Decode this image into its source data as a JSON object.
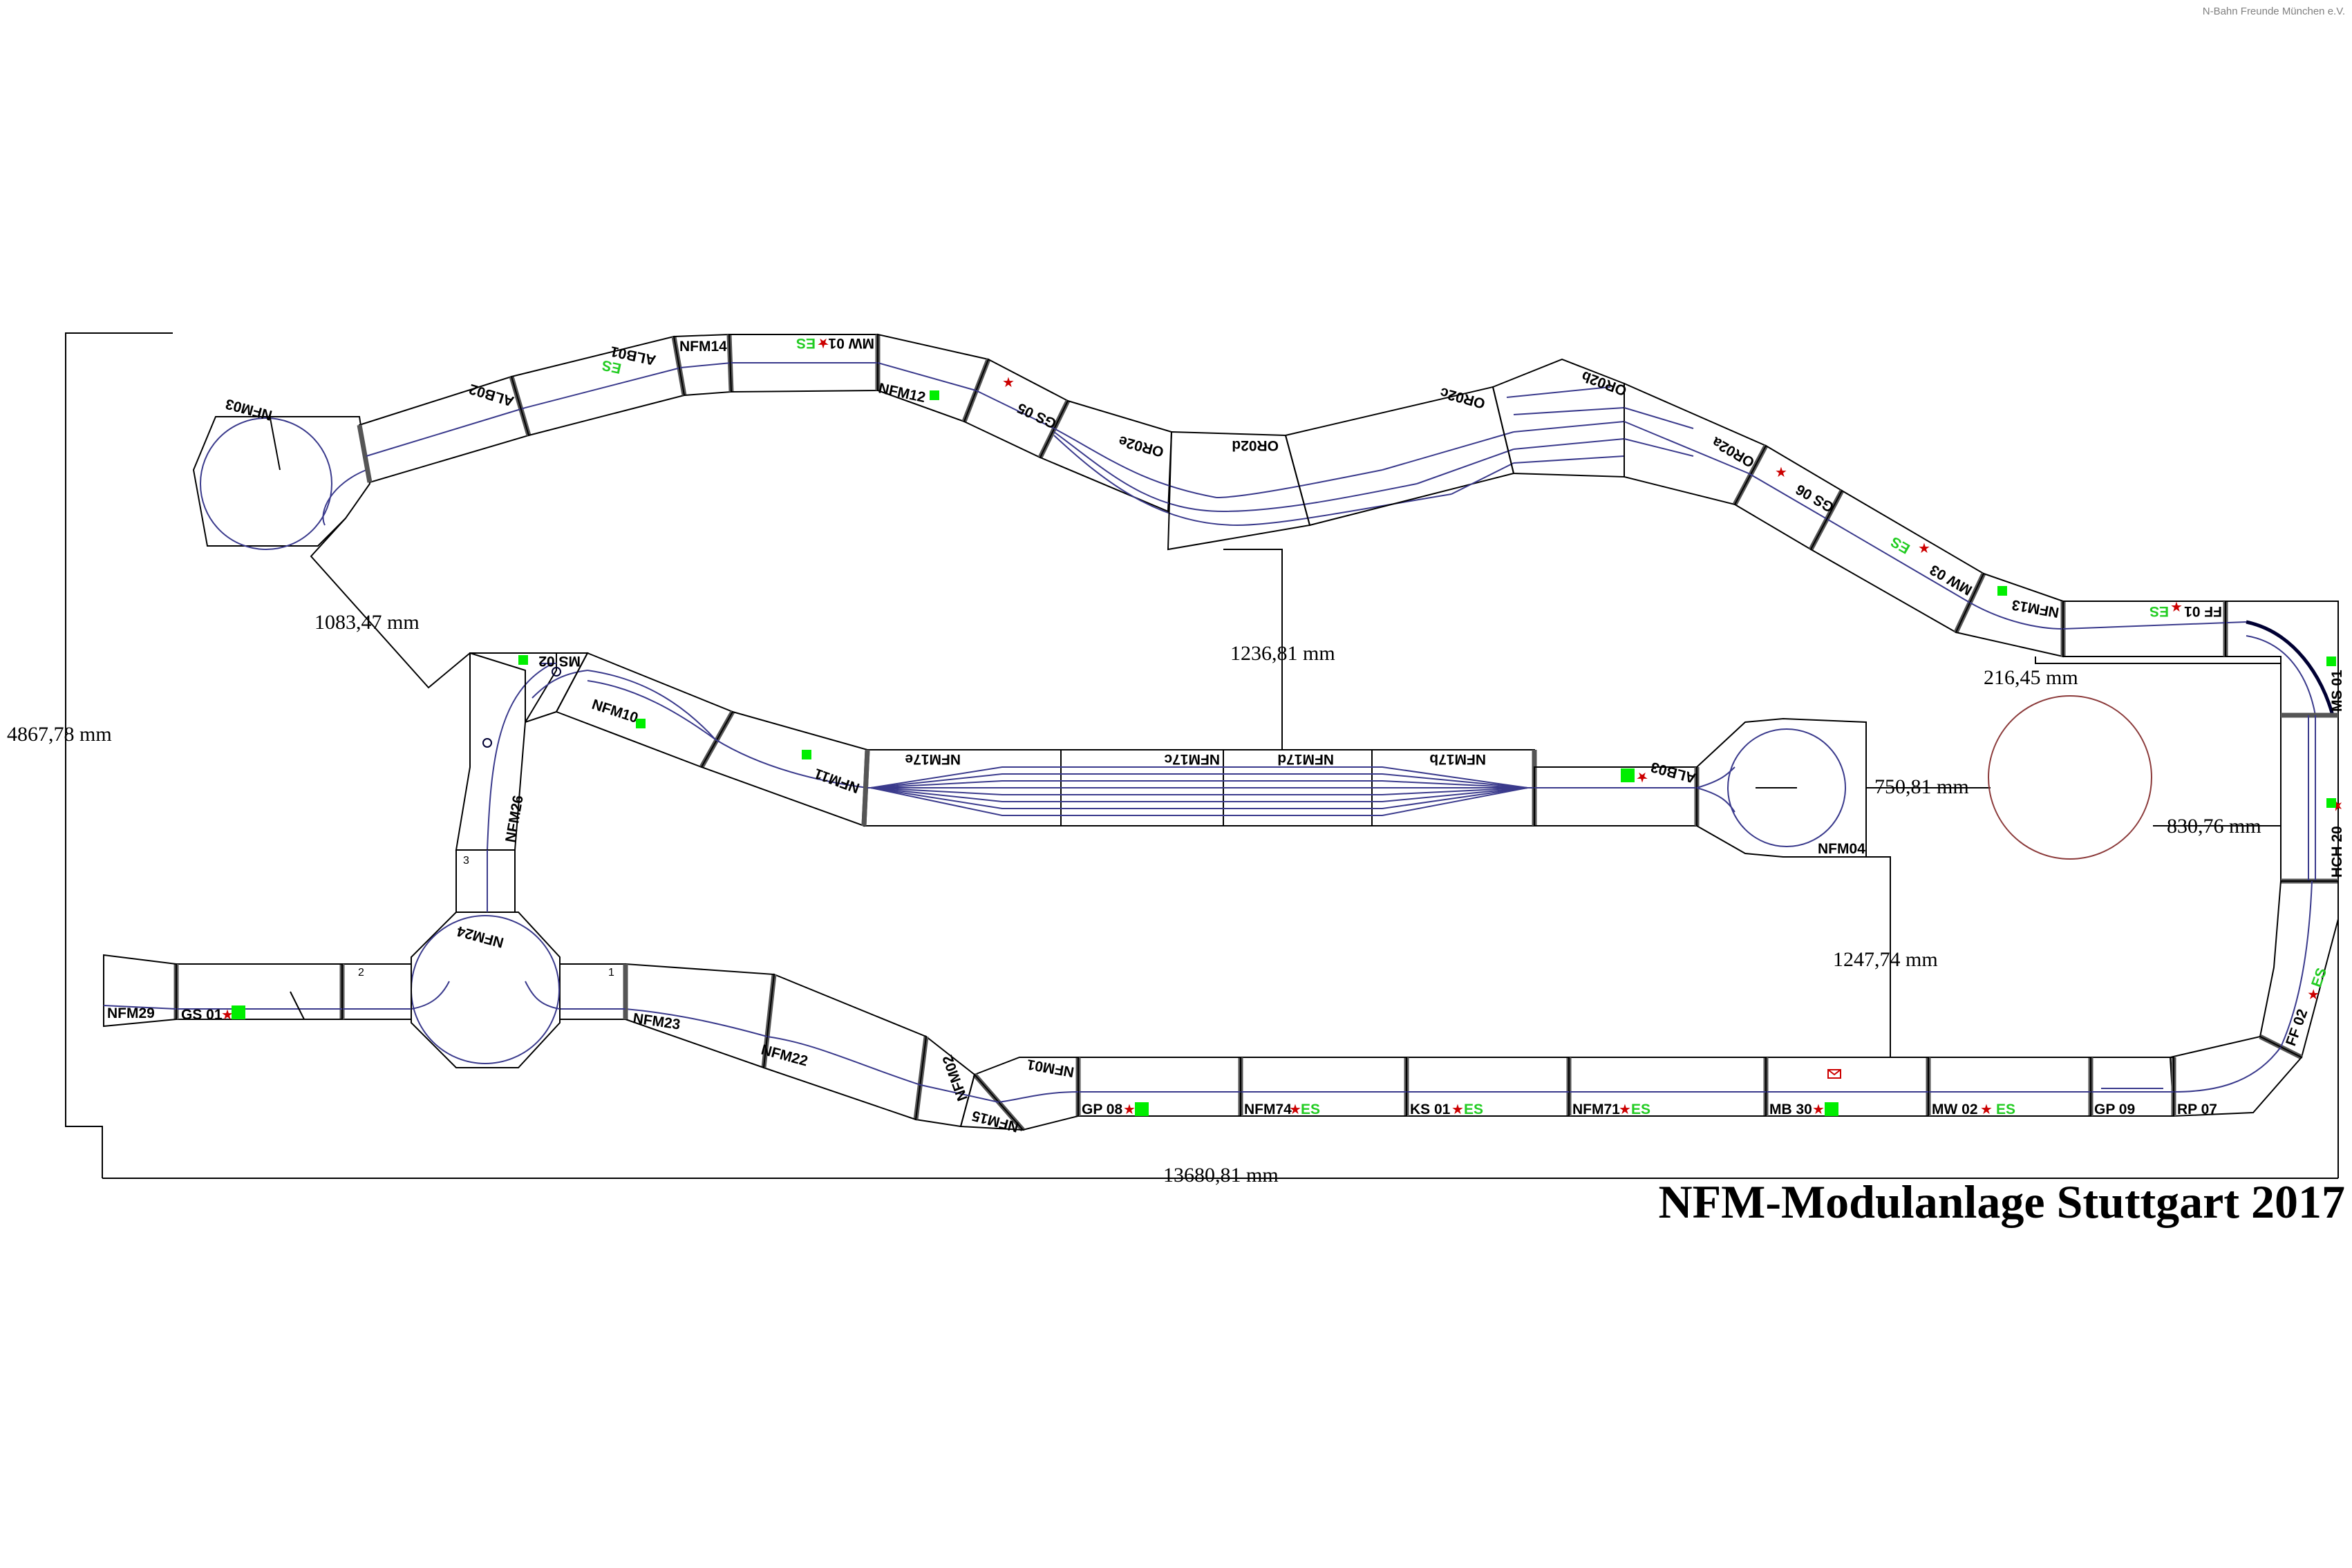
{
  "credit": "N-Bahn Freunde München e.V.",
  "title": "NFM-Modulanlage Stuttgart 2017",
  "dimensions": {
    "height": "4867,78 mm",
    "width": "13680,81 mm",
    "d1": "1083,47 mm",
    "d2": "1236,81 mm",
    "d3": "216,45 mm",
    "d4": "750,81 mm",
    "d5": "830,76 mm",
    "d6": "1247,74 mm"
  },
  "modules": {
    "nfm03": "NFM03",
    "alb02": "ALB02",
    "alb01": "ALB01",
    "nfm14": "NFM14",
    "mw01": "MW 01",
    "nfm12": "NFM12",
    "gs05": "GS 05",
    "or02e": "OR02e",
    "or02d": "OR02d",
    "or02c": "OR02c",
    "or02b": "OR02b",
    "or02a": "OR02a",
    "gs06": "GS 06",
    "mw03": "MW 03",
    "nfm13": "NFM13",
    "ff01": "FF 01",
    "ms01": "MS 01",
    "hch20": "HCH 20",
    "ff02": "FF 02",
    "rp07": "RP 07",
    "gp09": "GP 09",
    "mw02": "MW 02",
    "mb30": "MB 30",
    "nfm71": "NFM71",
    "ks01": "KS 01",
    "nfm74": "NFM74",
    "gp08": "GP 08",
    "nfm01": "NFM01",
    "nfm15": "NFM15",
    "nfm02": "NFM02",
    "nfm22": "NFM22",
    "nfm23": "NFM23",
    "nfm24": "NFM24",
    "gs01": "GS 01",
    "nfm29": "NFM29",
    "nfm26": "NFM26",
    "ms02": "MS 02",
    "nfm10": "NFM10",
    "nfm11": "NFM11",
    "nfm17e": "NFM17e",
    "nfm17c": "NFM17c",
    "nfm17d": "NFM17d",
    "nfm17b": "NFM17b",
    "alb03": "ALB03",
    "nfm04": "NFM04",
    "n1": "1",
    "n2": "2",
    "n3": "3"
  },
  "es_label": "ES",
  "star_glyph": "★",
  "colors": {
    "outline": "#000000",
    "track": "#3a3a8c",
    "marker_green": "#00ee00",
    "es_green": "#22cc22",
    "star_red": "#cc0000",
    "circle_brown": "#8b3a3a"
  }
}
